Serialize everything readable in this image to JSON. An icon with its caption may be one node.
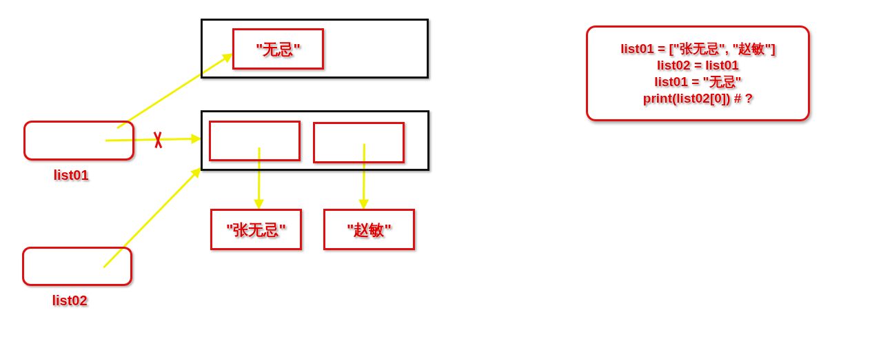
{
  "diagram": {
    "nodes": [
      {
        "text": [],
        "shape": "box"
      },
      {
        "text": [
          "\"无忌\""
        ],
        "in": 0
      },
      {
        "text": [],
        "shape": "box"
      },
      {
        "text": [],
        "shape": "box",
        "in": 2
      },
      {
        "text": [],
        "shape": "box",
        "in": 2
      },
      {
        "text": [
          "\"张无忌\""
        ]
      },
      {
        "text": [
          "\"赵敏\""
        ]
      },
      {
        "text": [],
        "shape": "box",
        "beside": [
          "list01"
        ]
      },
      {
        "text": [],
        "shape": "box",
        "beside": [
          "list02"
        ]
      },
      {
        "text": [
          "list01 = [\"张无忌\", \"赵敏\"]",
          "list02 = list01",
          "list01 = \"无忌\"",
          "print(list02[0]) # ?"
        ]
      }
    ],
    "edges": [
      {
        "from": 7,
        "to": 1,
        "arrow": "to"
      },
      {
        "from": 7,
        "to": 2,
        "arrow": "to"
      },
      {
        "from": 8,
        "to": 2,
        "arrow": "to"
      },
      {
        "from": 3,
        "to": 5,
        "arrow": "to"
      },
      {
        "from": 4,
        "to": 6,
        "arrow": "to"
      }
    ]
  }
}
